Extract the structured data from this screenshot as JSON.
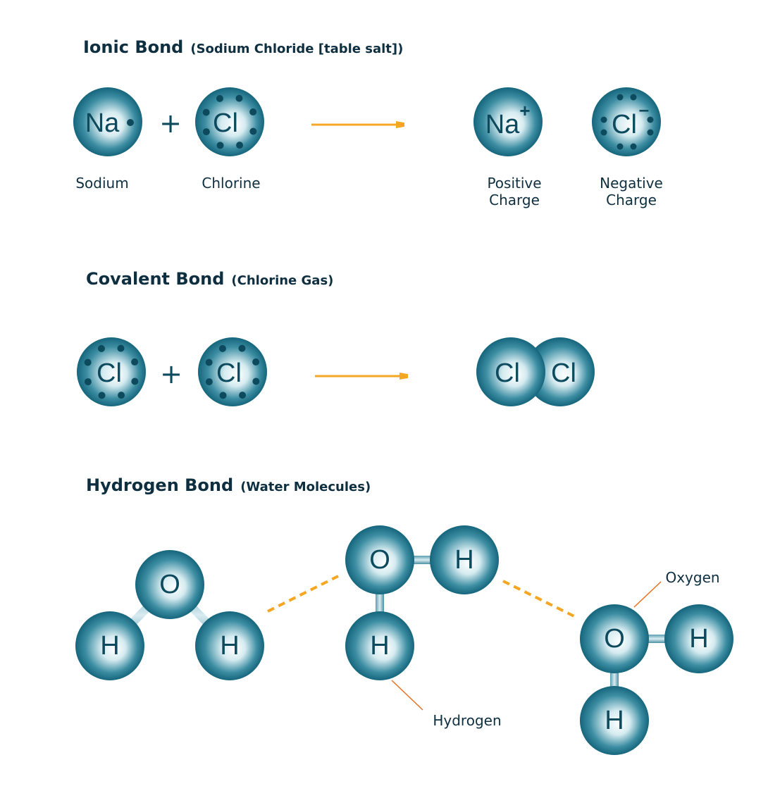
{
  "colors": {
    "atom_edge": "#15657c",
    "atom_center": "#ffffff",
    "text": "#0e2f40",
    "arrow": "#f5a623",
    "leader": "#e8701f"
  },
  "ionic": {
    "title": "Ionic Bond",
    "subtitle": "(Sodium Chloride [table salt])",
    "plus": "+",
    "atoms": [
      "Na",
      "Cl",
      "Na",
      "Cl"
    ],
    "charges": [
      "+",
      "–"
    ],
    "labels": [
      "Sodium",
      "Chlorine",
      "Positive",
      "Charge",
      "Negative",
      "Charge"
    ]
  },
  "covalent": {
    "title": "Covalent Bond",
    "subtitle": "(Chlorine Gas)",
    "plus": "+",
    "atoms": [
      "Cl",
      "Cl",
      "Cl",
      "Cl"
    ]
  },
  "hydrogen": {
    "title": "Hydrogen Bond",
    "subtitle": "(Water Molecules)",
    "atoms": [
      "O",
      "H",
      "H",
      "O",
      "H",
      "H",
      "O",
      "H",
      "H"
    ],
    "labels": {
      "oxygen": "Oxygen",
      "hydrogen": "Hydrogen"
    }
  }
}
